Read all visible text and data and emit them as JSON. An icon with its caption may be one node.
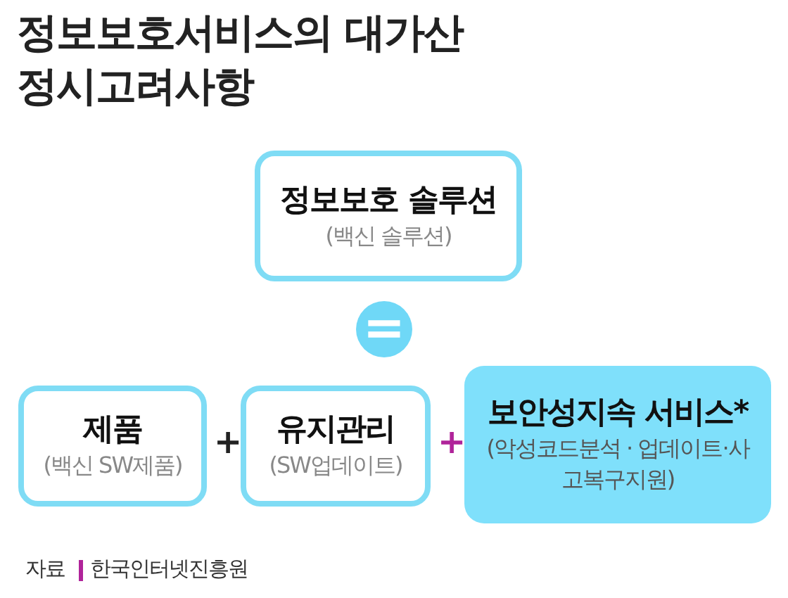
{
  "diagram": {
    "title": "정보보호서비스의 대가산정시고려사항",
    "nodes": [
      {
        "text": [
          "정보보호 솔루션",
          "(백신 솔루션)"
        ]
      },
      {
        "text": [
          "="
        ]
      },
      {
        "text": [
          "제품",
          "(백신 SW제품)"
        ]
      },
      {
        "text": [
          "유지관리",
          "(SW업데이트)"
        ]
      },
      {
        "text": [
          "보안성지속 서비스*",
          "(악성코드분석 · 업데이트·사고복구지원)"
        ]
      }
    ],
    "edges": [],
    "labels": [
      "+",
      "+",
      "자료",
      "한국인터넷진흥원"
    ]
  }
}
